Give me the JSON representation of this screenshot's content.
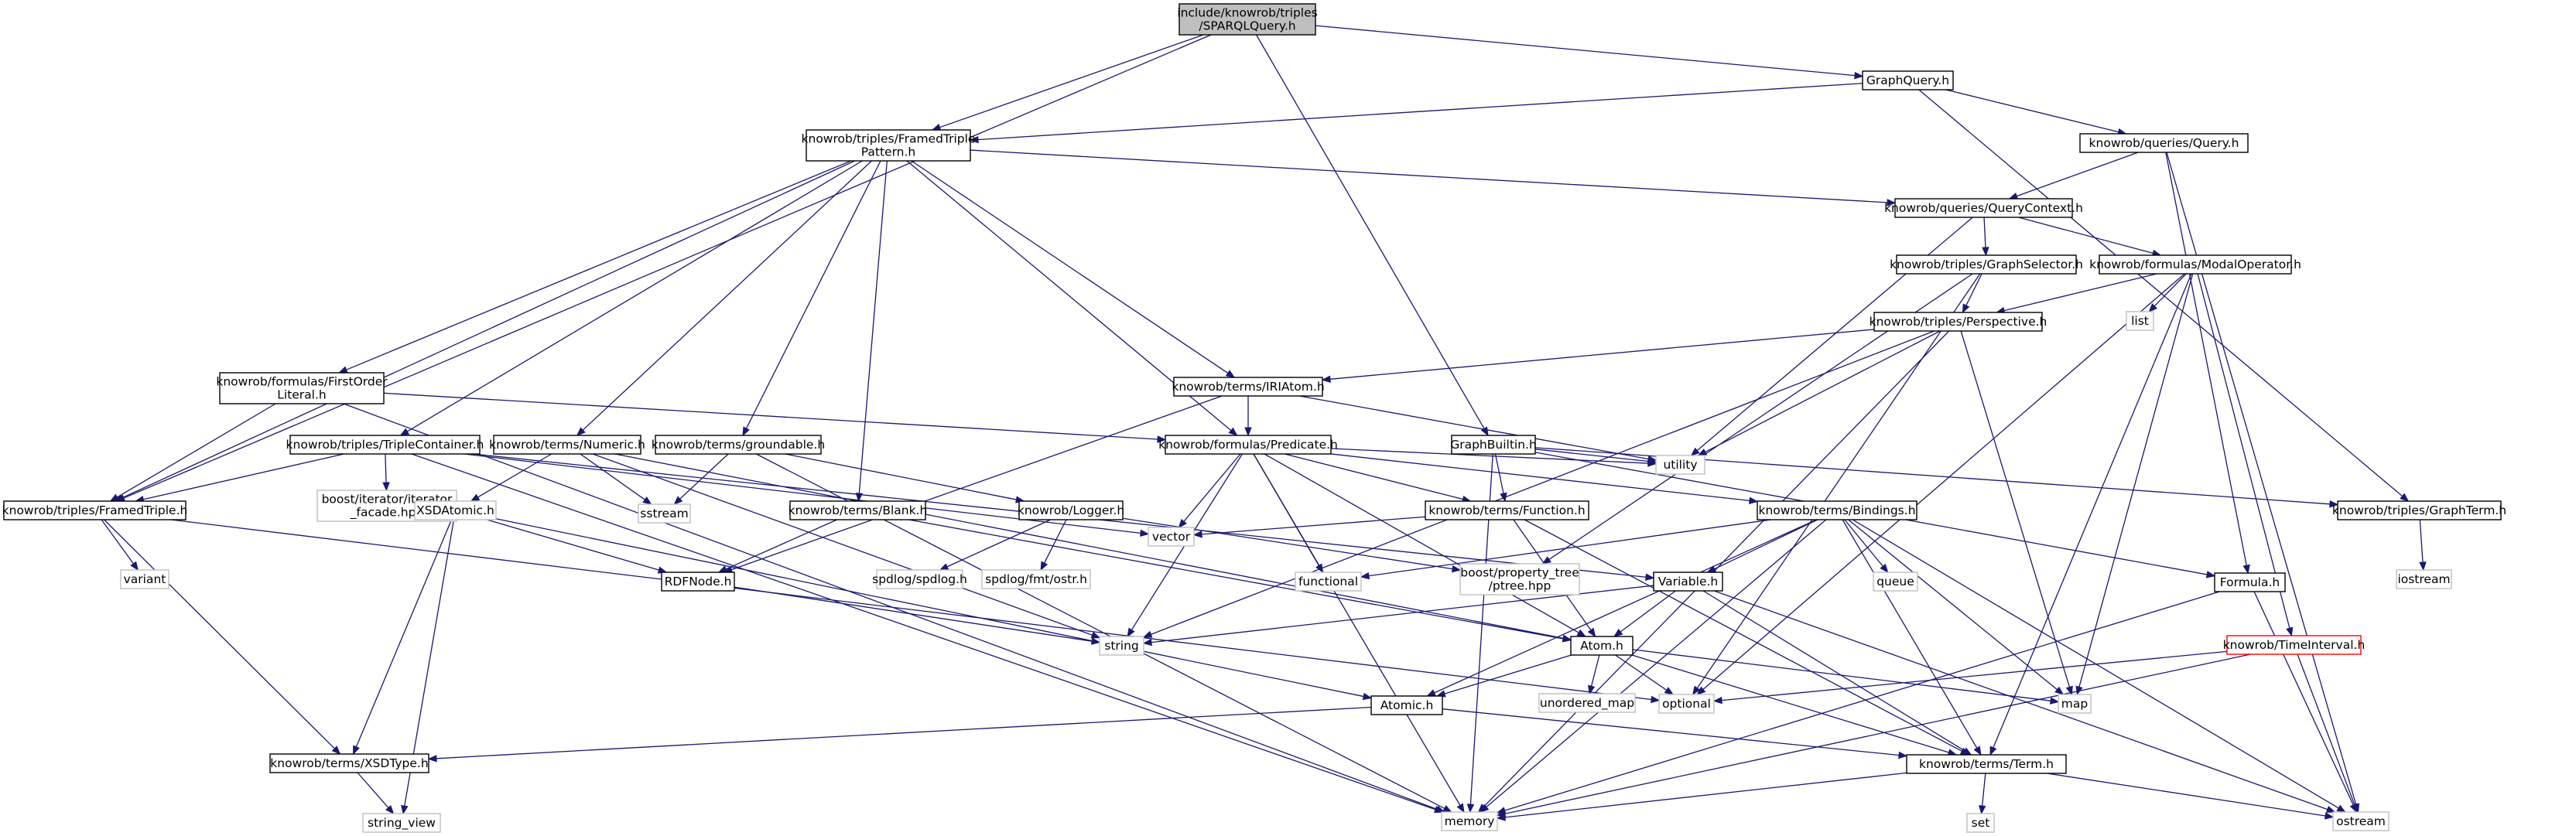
{
  "colors": {
    "edge": "#191970",
    "node_border": "#000000",
    "sys_border": "#bfbfbf",
    "sys_text": "#3c3c3c",
    "root_fill": "#bfbfbf",
    "red_border": "#ff0000"
  },
  "nodes": {
    "root": {
      "lines": [
        "include/knowrob/triples",
        "/SPARQLQuery.h"
      ]
    },
    "graphquery": {
      "lines": [
        "GraphQuery.h"
      ]
    },
    "framedtriplepattern": {
      "lines": [
        "knowrob/triples/FramedTriple",
        "Pattern.h"
      ]
    },
    "query": {
      "lines": [
        "knowrob/queries/Query.h"
      ]
    },
    "querycontext": {
      "lines": [
        "knowrob/queries/QueryContext.h"
      ]
    },
    "graphselector": {
      "lines": [
        "knowrob/triples/GraphSelector.h"
      ]
    },
    "modaloperator": {
      "lines": [
        "knowrob/formulas/ModalOperator.h"
      ]
    },
    "list": {
      "lines": [
        "list"
      ]
    },
    "perspective": {
      "lines": [
        "knowrob/triples/Perspective.h"
      ]
    },
    "firstorderliteral": {
      "lines": [
        "knowrob/formulas/FirstOrder",
        "Literal.h"
      ]
    },
    "iriatom": {
      "lines": [
        "knowrob/terms/IRIAtom.h"
      ]
    },
    "triplecontainer": {
      "lines": [
        "knowrob/triples/TripleContainer.h"
      ]
    },
    "numeric": {
      "lines": [
        "knowrob/terms/Numeric.h"
      ]
    },
    "groundable": {
      "lines": [
        "knowrob/terms/groundable.h"
      ]
    },
    "predicate": {
      "lines": [
        "knowrob/formulas/Predicate.h"
      ]
    },
    "graphbuiltin": {
      "lines": [
        "GraphBuiltin.h"
      ]
    },
    "utility": {
      "lines": [
        "utility"
      ]
    },
    "framedtriple": {
      "lines": [
        "knowrob/triples/FramedTriple.h"
      ]
    },
    "iteratorfacade": {
      "lines": [
        "boost/iterator/iterator",
        "_facade.hpp"
      ]
    },
    "xsdatomic": {
      "lines": [
        "XSDAtomic.h"
      ]
    },
    "sstream": {
      "lines": [
        "sstream"
      ]
    },
    "blank": {
      "lines": [
        "knowrob/terms/Blank.h"
      ]
    },
    "logger": {
      "lines": [
        "knowrob/Logger.h"
      ]
    },
    "function": {
      "lines": [
        "knowrob/terms/Function.h"
      ]
    },
    "bindings": {
      "lines": [
        "knowrob/terms/Bindings.h"
      ]
    },
    "graphterm": {
      "lines": [
        "knowrob/triples/GraphTerm.h"
      ]
    },
    "variant": {
      "lines": [
        "variant"
      ]
    },
    "vector": {
      "lines": [
        "vector"
      ]
    },
    "rdfnode": {
      "lines": [
        "RDFNode.h"
      ]
    },
    "spdlog": {
      "lines": [
        "spdlog/spdlog.h"
      ]
    },
    "ostr": {
      "lines": [
        "spdlog/fmt/ostr.h"
      ]
    },
    "functional": {
      "lines": [
        "functional"
      ]
    },
    "ptree": {
      "lines": [
        "boost/property_tree",
        "/ptree.hpp"
      ]
    },
    "variable": {
      "lines": [
        "Variable.h"
      ]
    },
    "queue": {
      "lines": [
        "queue"
      ]
    },
    "formula": {
      "lines": [
        "Formula.h"
      ]
    },
    "iostream": {
      "lines": [
        "iostream"
      ]
    },
    "string": {
      "lines": [
        "string"
      ]
    },
    "atom": {
      "lines": [
        "Atom.h"
      ]
    },
    "timeinterval": {
      "lines": [
        "knowrob/TimeInterval.h"
      ]
    },
    "unorderedmap": {
      "lines": [
        "unordered_map"
      ]
    },
    "optional": {
      "lines": [
        "optional"
      ]
    },
    "map": {
      "lines": [
        "map"
      ]
    },
    "atomic": {
      "lines": [
        "Atomic.h"
      ]
    },
    "xsdtype": {
      "lines": [
        "knowrob/terms/XSDType.h"
      ]
    },
    "term": {
      "lines": [
        "knowrob/terms/Term.h"
      ]
    },
    "stringview": {
      "lines": [
        "string_view"
      ]
    },
    "memory": {
      "lines": [
        "memory"
      ]
    },
    "set": {
      "lines": [
        "set"
      ]
    },
    "ostream": {
      "lines": [
        "ostream"
      ]
    }
  },
  "edges": [
    [
      "root",
      "framedtriplepattern"
    ],
    [
      "root",
      "graphquery"
    ],
    [
      "root",
      "framedtriple"
    ],
    [
      "root",
      "graphbuiltin"
    ],
    [
      "graphquery",
      "framedtriplepattern"
    ],
    [
      "graphquery",
      "query"
    ],
    [
      "graphquery",
      "graphterm"
    ],
    [
      "query",
      "querycontext"
    ],
    [
      "query",
      "formula"
    ],
    [
      "query",
      "ostream"
    ],
    [
      "framedtriplepattern",
      "querycontext"
    ],
    [
      "framedtriplepattern",
      "firstorderliteral"
    ],
    [
      "framedtriplepattern",
      "triplecontainer"
    ],
    [
      "framedtriplepattern",
      "numeric"
    ],
    [
      "framedtriplepattern",
      "groundable"
    ],
    [
      "framedtriplepattern",
      "blank"
    ],
    [
      "framedtriplepattern",
      "predicate"
    ],
    [
      "framedtriplepattern",
      "iriatom"
    ],
    [
      "framedtriplepattern",
      "framedtriple"
    ],
    [
      "querycontext",
      "graphselector"
    ],
    [
      "querycontext",
      "modaloperator"
    ],
    [
      "querycontext",
      "utility"
    ],
    [
      "graphselector",
      "perspective"
    ],
    [
      "graphselector",
      "optional"
    ],
    [
      "graphselector",
      "ptree"
    ],
    [
      "modaloperator",
      "perspective"
    ],
    [
      "modaloperator",
      "list"
    ],
    [
      "modaloperator",
      "map"
    ],
    [
      "modaloperator",
      "timeinterval"
    ],
    [
      "modaloperator",
      "optional"
    ],
    [
      "modaloperator",
      "term"
    ],
    [
      "perspective",
      "iriatom"
    ],
    [
      "perspective",
      "utility"
    ],
    [
      "perspective",
      "string"
    ],
    [
      "perspective",
      "map"
    ],
    [
      "perspective",
      "memory"
    ],
    [
      "firstorderliteral",
      "predicate"
    ],
    [
      "firstorderliteral",
      "framedtriple"
    ],
    [
      "firstorderliteral",
      "memory"
    ],
    [
      "iriatom",
      "predicate"
    ],
    [
      "iriatom",
      "rdfnode"
    ],
    [
      "iriatom",
      "utility"
    ],
    [
      "triplecontainer",
      "framedtriple"
    ],
    [
      "triplecontainer",
      "iteratorfacade"
    ],
    [
      "triplecontainer",
      "vector"
    ],
    [
      "triplecontainer",
      "memory"
    ],
    [
      "triplecontainer",
      "variable"
    ],
    [
      "numeric",
      "xsdatomic"
    ],
    [
      "numeric",
      "sstream"
    ],
    [
      "numeric",
      "string"
    ],
    [
      "numeric",
      "atom"
    ],
    [
      "groundable",
      "sstream"
    ],
    [
      "groundable",
      "memory"
    ],
    [
      "groundable",
      "logger"
    ],
    [
      "predicate",
      "function"
    ],
    [
      "predicate",
      "string"
    ],
    [
      "predicate",
      "vector"
    ],
    [
      "predicate",
      "atom"
    ],
    [
      "predicate",
      "utility"
    ],
    [
      "predicate",
      "functional"
    ],
    [
      "predicate",
      "bindings"
    ],
    [
      "predicate",
      "memory"
    ],
    [
      "graphbuiltin",
      "function"
    ],
    [
      "graphbuiltin",
      "utility"
    ],
    [
      "graphbuiltin",
      "graphterm"
    ],
    [
      "graphbuiltin",
      "formula"
    ],
    [
      "graphbuiltin",
      "memory"
    ],
    [
      "framedtriple",
      "variant"
    ],
    [
      "framedtriple",
      "xsdtype"
    ],
    [
      "framedtriple",
      "optional"
    ],
    [
      "xsdatomic",
      "rdfnode"
    ],
    [
      "xsdatomic",
      "xsdtype"
    ],
    [
      "xsdatomic",
      "atomic"
    ],
    [
      "xsdatomic",
      "stringview"
    ],
    [
      "blank",
      "rdfnode"
    ],
    [
      "blank",
      "atom"
    ],
    [
      "logger",
      "spdlog"
    ],
    [
      "logger",
      "ostr"
    ],
    [
      "logger",
      "ptree"
    ],
    [
      "function",
      "vector"
    ],
    [
      "function",
      "atom"
    ],
    [
      "function",
      "term"
    ],
    [
      "bindings",
      "variable"
    ],
    [
      "bindings",
      "functional"
    ],
    [
      "bindings",
      "queue"
    ],
    [
      "bindings",
      "map"
    ],
    [
      "bindings",
      "memory"
    ],
    [
      "bindings",
      "term"
    ],
    [
      "bindings",
      "atomic"
    ],
    [
      "bindings",
      "ostream"
    ],
    [
      "graphterm",
      "iostream"
    ],
    [
      "rdfnode",
      "string"
    ],
    [
      "variable",
      "atom"
    ],
    [
      "variable",
      "string"
    ],
    [
      "variable",
      "term"
    ],
    [
      "variable",
      "ostream"
    ],
    [
      "formula",
      "memory"
    ],
    [
      "formula",
      "ostream"
    ],
    [
      "atom",
      "atomic"
    ],
    [
      "atom",
      "unorderedmap"
    ],
    [
      "atom",
      "optional"
    ],
    [
      "atom",
      "map"
    ],
    [
      "atom",
      "term"
    ],
    [
      "timeinterval",
      "optional"
    ],
    [
      "timeinterval",
      "ostream"
    ],
    [
      "timeinterval",
      "memory"
    ],
    [
      "atomic",
      "xsdtype"
    ],
    [
      "atomic",
      "term"
    ],
    [
      "xsdtype",
      "stringview"
    ],
    [
      "term",
      "memory"
    ],
    [
      "term",
      "set"
    ],
    [
      "term",
      "ostream"
    ]
  ]
}
